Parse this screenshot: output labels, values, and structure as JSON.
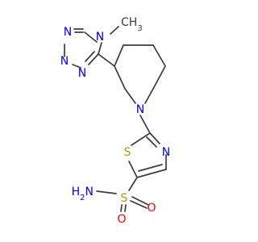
{
  "molecule": {
    "atoms": {
      "triazole_n4": {
        "label": "N",
        "color": "#0000ff"
      },
      "methyl": {
        "label": "CH3"
      },
      "triazole_n_top": {
        "label": "N",
        "color": "#0000ff"
      },
      "triazole_n_mid": {
        "label": "N",
        "color": "#0000ff"
      },
      "triazole_n_low": {
        "label": "N",
        "color": "#0000ff"
      },
      "piperidine_n": {
        "label": "N",
        "color": "#0000ff"
      },
      "thiazole_s": {
        "label": "S",
        "color": "#b2a000"
      },
      "thiazole_n": {
        "label": "N",
        "color": "#0000ff"
      },
      "sulfonyl_s": {
        "label": "S",
        "color": "#b2a000"
      },
      "sulfonyl_o_right": {
        "label": "O",
        "color": "#ff0000"
      },
      "sulfonyl_o_left": {
        "label": "O",
        "color": "#ff0000"
      },
      "amine": {
        "label": "H2N",
        "color": "#0000ff"
      }
    },
    "bond_color": "#3c3c3c"
  }
}
